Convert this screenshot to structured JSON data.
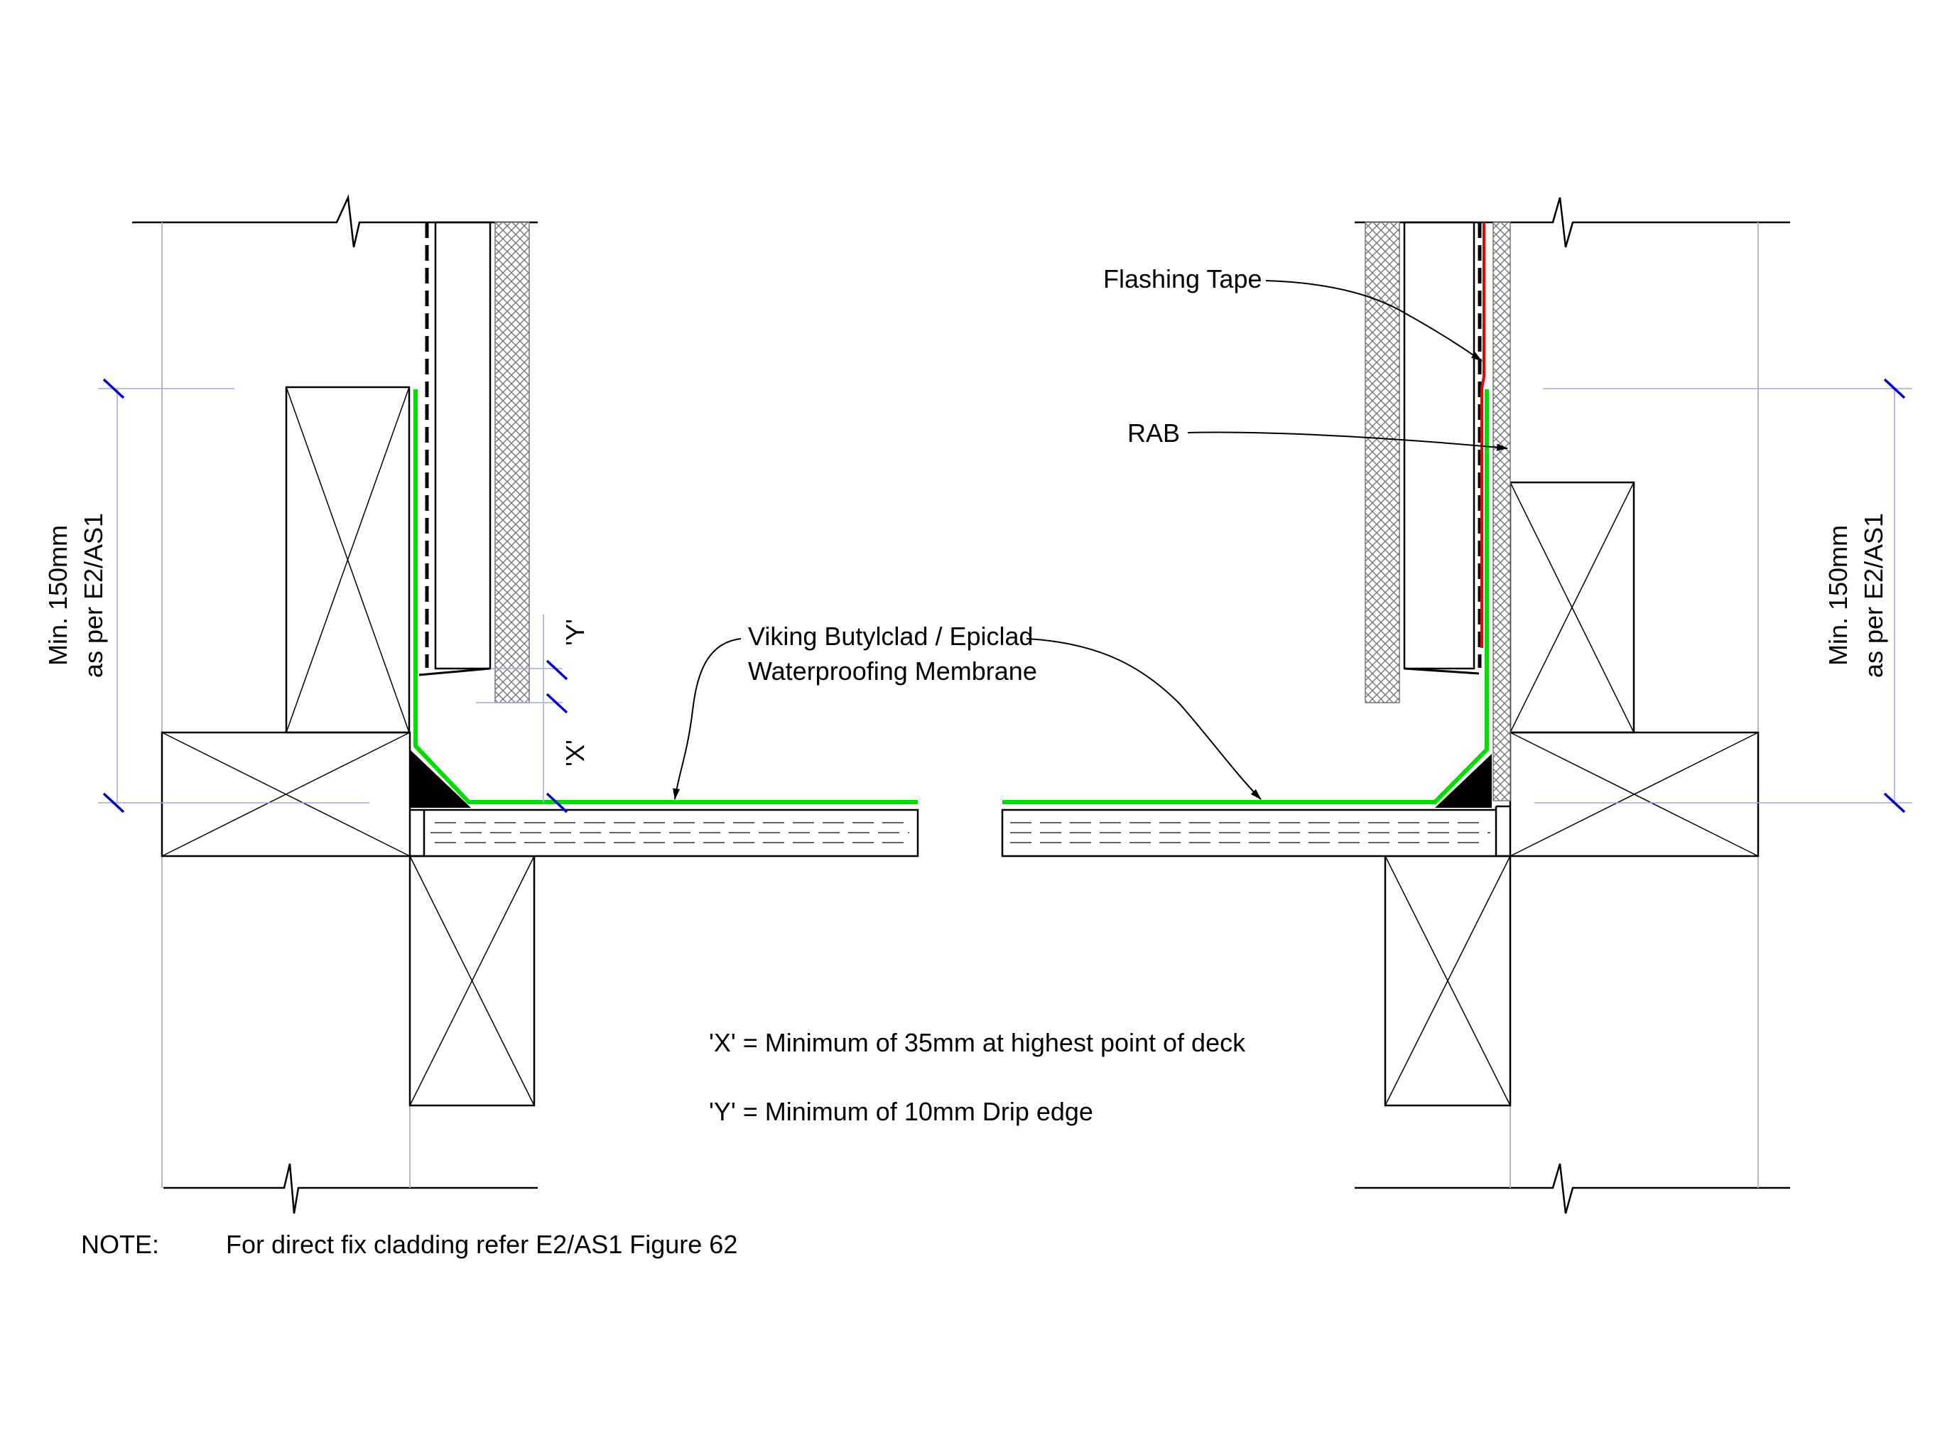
{
  "labels": {
    "flashing_tape": "Flashing Tape",
    "rab": "RAB",
    "membrane_line1": "Viking Butylclad / Epiclad",
    "membrane_line2": "Waterproofing Membrane",
    "dim_y": "'Y'",
    "dim_x": "'X'",
    "min_left_line1": "Min. 150mm",
    "min_left_line2": "as per E2/AS1",
    "min_right_line1": "Min. 150mm",
    "min_right_line2": "as per E2/AS1"
  },
  "notes": {
    "x_definition": "'X' = Minimum of 35mm at highest point of deck",
    "y_definition": "'Y' = Minimum of 10mm Drip edge",
    "note_heading": "NOTE:",
    "note_text": "For direct fix cladding refer E2/AS1 Figure 62"
  },
  "colors": {
    "membrane": "#00dd00",
    "flashing_tape": "#ee0000",
    "dimension": "#0000cc",
    "line": "#000000",
    "light_line": "#b8b8b8"
  }
}
